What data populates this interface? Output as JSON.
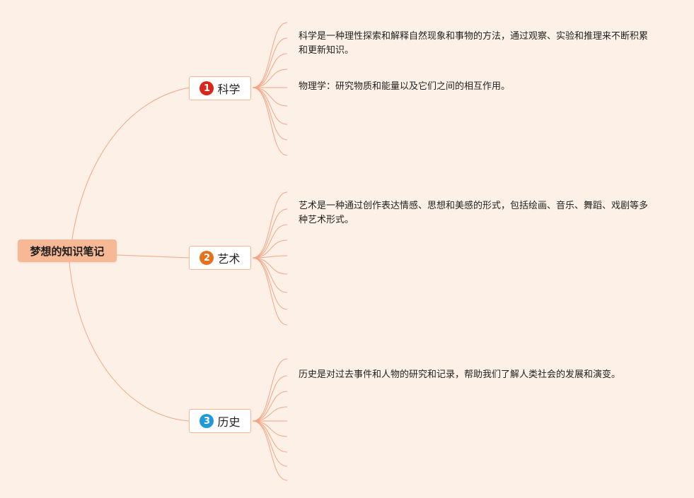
{
  "map": {
    "root": "梦想的知识笔记",
    "branches": [
      {
        "number": "1",
        "label": "科学",
        "badge_color": "#d9271c",
        "notes": [
          "科学是一种理性探索和解释自然现象和事物的方法，通过观察、实验和推理来不断积累和更新知识。",
          "物理学：研究物质和能量以及它们之间的相互作用。"
        ]
      },
      {
        "number": "2",
        "label": "艺术",
        "badge_color": "#e5701d",
        "notes": [
          "艺术是一种通过创作表达情感、思想和美感的形式，包括绘画、音乐、舞蹈、戏剧等多种艺术形式。"
        ]
      },
      {
        "number": "3",
        "label": "历史",
        "badge_color": "#1f9ad8",
        "notes": [
          "历史是对过去事件和人物的研究和记录，帮助我们了解人类社会的发展和演变。"
        ]
      }
    ]
  },
  "colors": {
    "background": "#fdf0e6",
    "connector": "#f4a585",
    "root_fill": "#f7b895",
    "branch_border": "#f5b596"
  }
}
